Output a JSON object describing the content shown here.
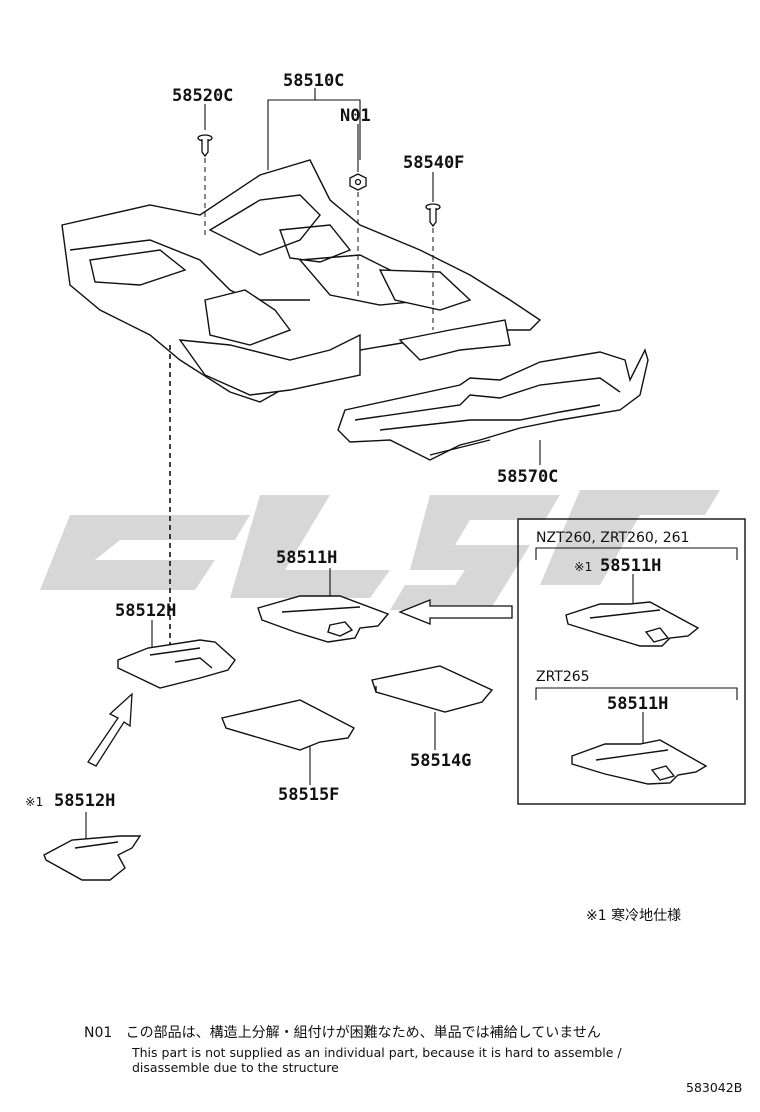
{
  "parts": {
    "p58520C": "58520C",
    "p58510C": "58510C",
    "pN01": "N01",
    "p58540F": "58540F",
    "p58570C": "58570C",
    "p58511H_main": "58511H",
    "p58512H_main": "58512H",
    "p58514G": "58514G",
    "p58515F": "58515F",
    "p58512H_cold": "58512H",
    "p58511H_box1": "58511H",
    "p58511H_box2": "58511H"
  },
  "marks": {
    "cold_mark_1": "※1",
    "cold_mark_2": "※1"
  },
  "inset": {
    "group1_title": "NZT260, ZRT260, 261",
    "group2_title": "ZRT265"
  },
  "notes": {
    "legend": "※1 寒冷地仕様",
    "n01_code": "N01",
    "n01_jp": "この部品は、構造上分解・組付けが困難なため、単品では補給していません",
    "n01_en": "This part is not supplied as an individual part, because it is hard to assemble / disassemble due to the structure",
    "diagram_code": "583042B"
  },
  "colors": {
    "line": "#111111",
    "watermark": "#d0d0d0"
  }
}
